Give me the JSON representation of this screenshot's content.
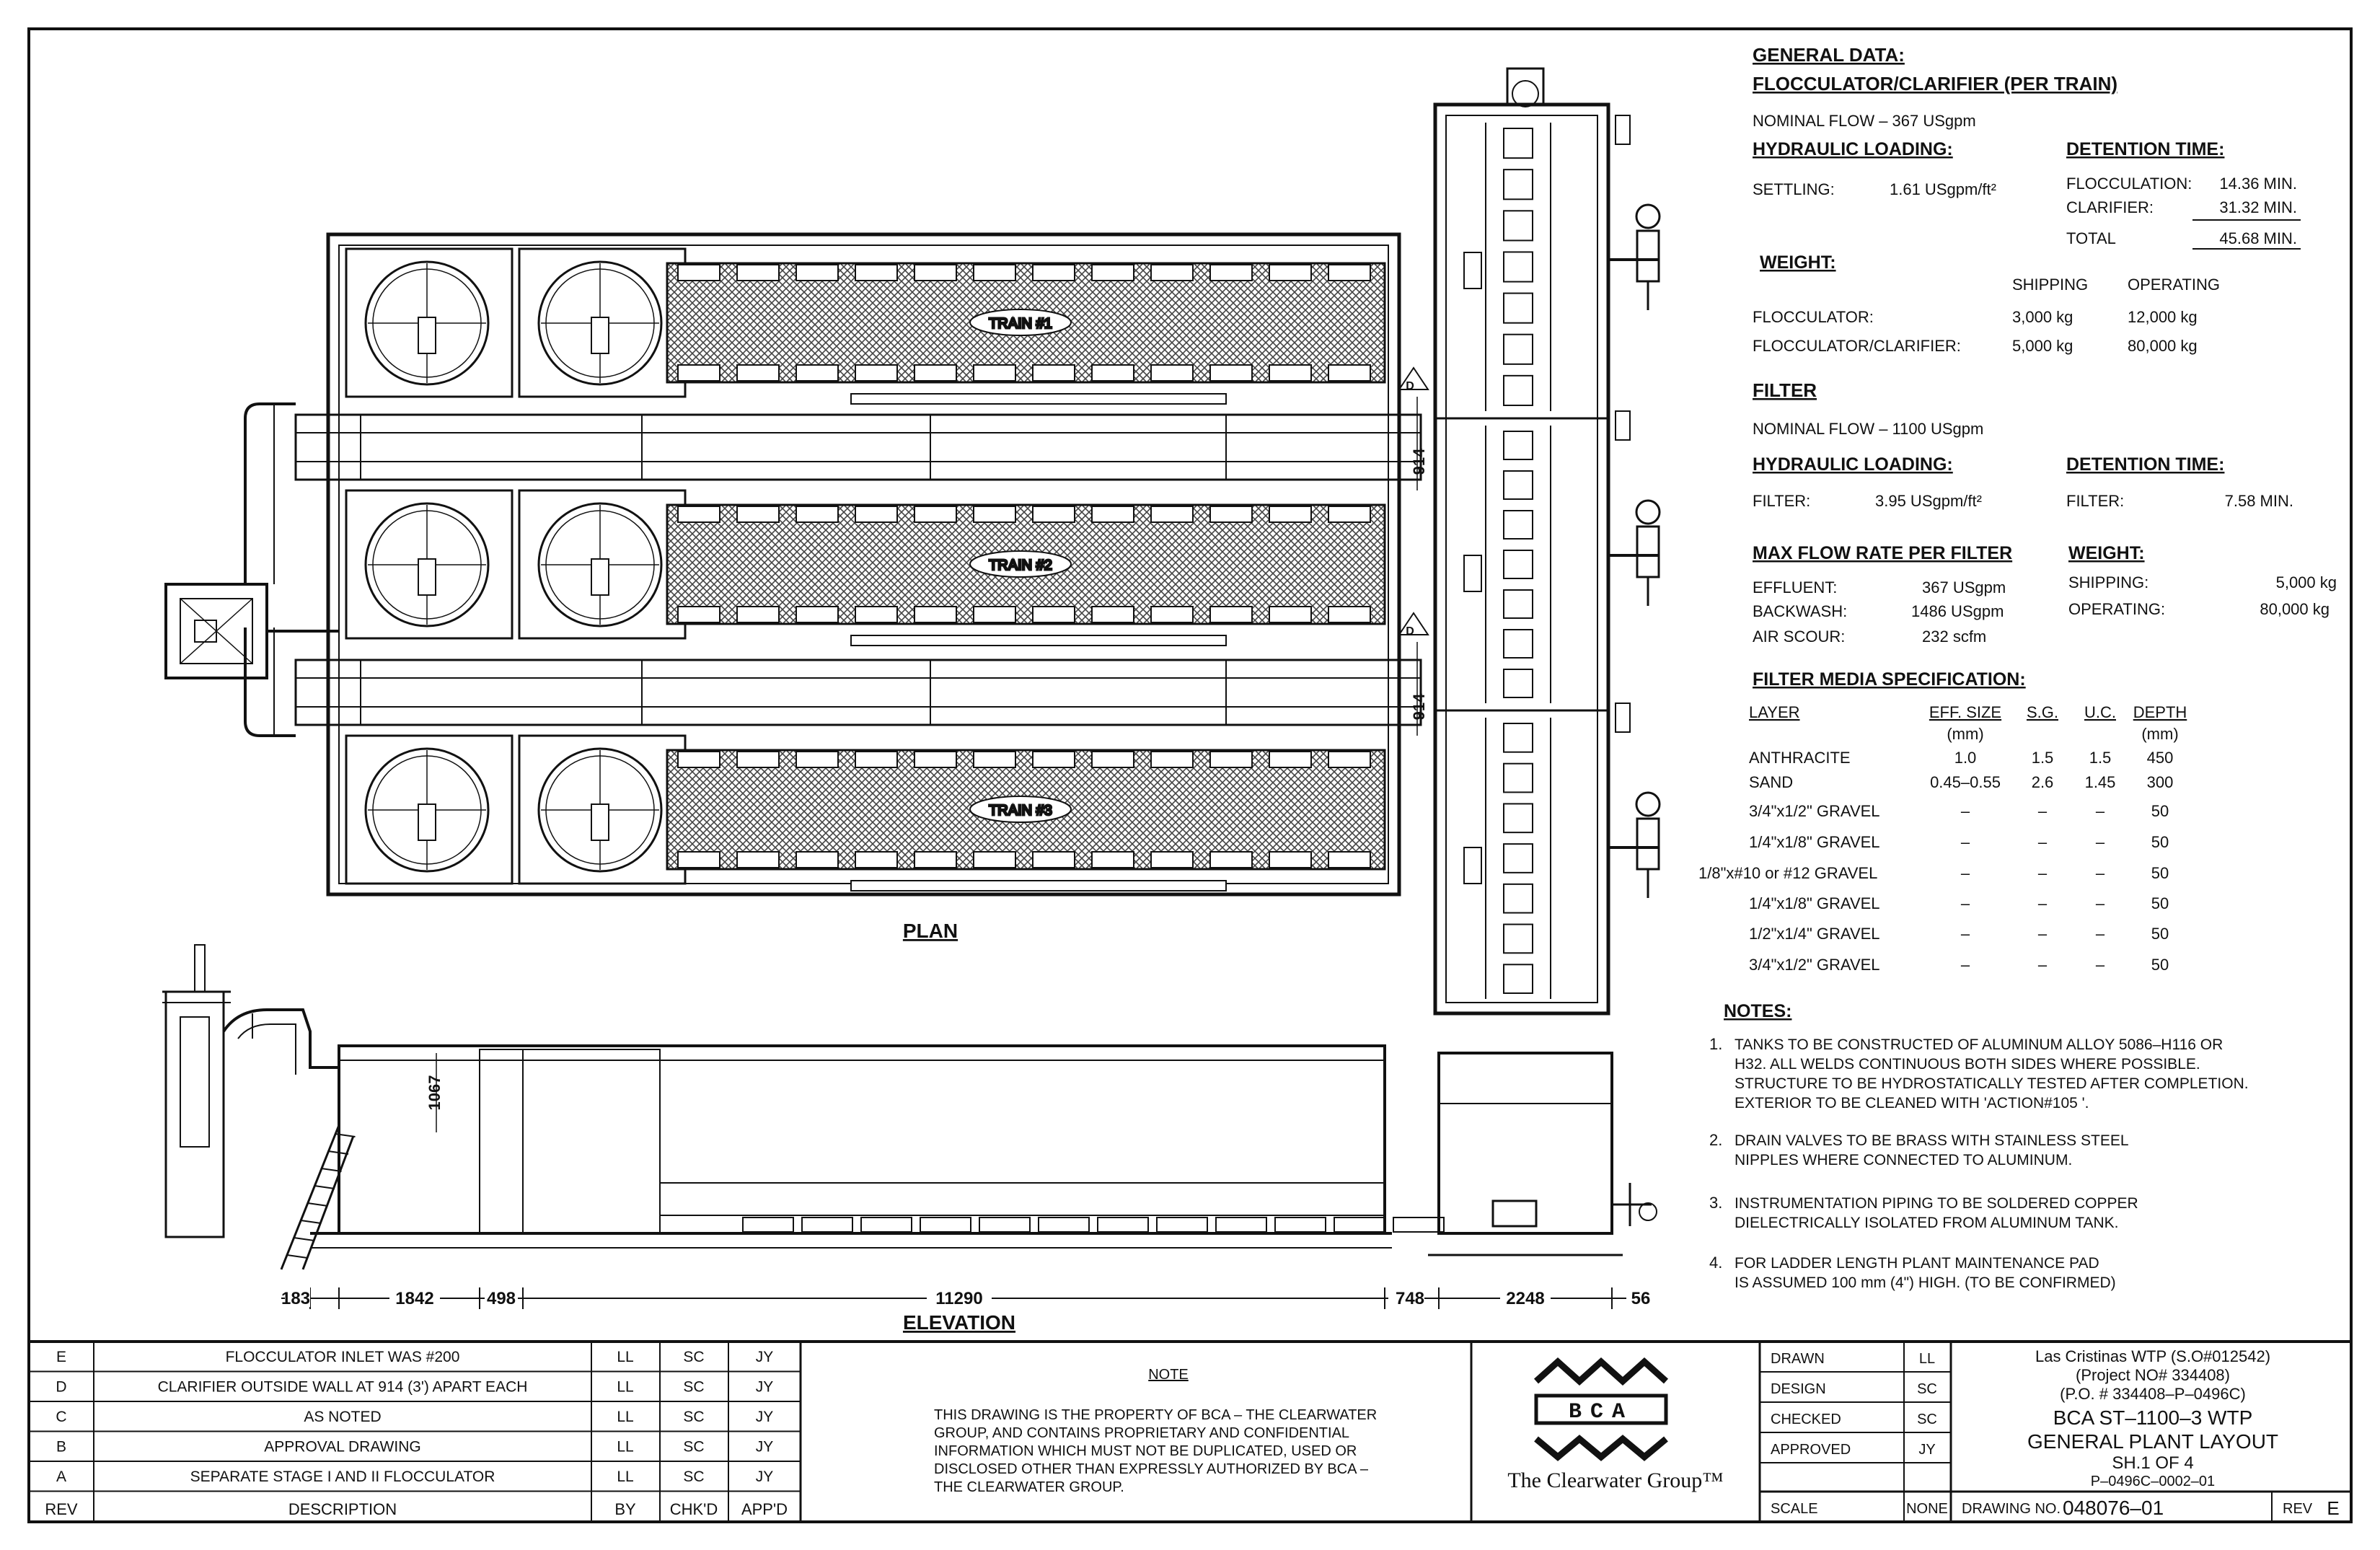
{
  "general": {
    "heading": "GENERAL DATA:",
    "floc_heading": "FLOCCULATOR/CLARIFIER (PER TRAIN)",
    "nominal_flow": "NOMINAL FLOW – 367 USgpm",
    "hydraulic_heading": "HYDRAULIC LOADING:",
    "settling_label": "SETTLING:",
    "settling_value": "1.61 USgpm/ft²",
    "detention_heading": "DETENTION TIME:",
    "flocculation_label": "FLOCCULATION:",
    "flocculation_value": "14.36 MIN.",
    "clarifier_label": "CLARIFIER:",
    "clarifier_value": "31.32 MIN.",
    "total_label": "TOTAL",
    "total_value": "45.68 MIN.",
    "weight_heading": "WEIGHT:",
    "shipping_col": "SHIPPING",
    "operating_col": "OPERATING",
    "w_rows": [
      {
        "label": "FLOCCULATOR:",
        "ship": "3,000 kg",
        "oper": "12,000 kg"
      },
      {
        "label": "FLOCCULATOR/CLARIFIER:",
        "ship": "5,000 kg",
        "oper": "80,000 kg"
      }
    ]
  },
  "filter": {
    "heading": "FILTER",
    "nominal_flow": "NOMINAL FLOW – 1100 USgpm",
    "hydraulic_heading": "HYDRAULIC LOADING:",
    "filter_label": "FILTER:",
    "filter_value": "3.95 USgpm/ft²",
    "detention_heading": "DETENTION TIME:",
    "det_filter_label": "FILTER:",
    "det_filter_value": "7.58 MIN.",
    "max_flow_heading": "MAX FLOW RATE PER FILTER",
    "weight_heading": "WEIGHT:",
    "effluent_label": "EFFLUENT:",
    "effluent_value": "367 USgpm",
    "backwash_label": "BACKWASH:",
    "backwash_value": "1486 USgpm",
    "airscour_label": "AIR SCOUR:",
    "airscour_value": "232 scfm",
    "shipping_label": "SHIPPING:",
    "shipping_value": "5,000 kg",
    "operating_label": "OPERATING:",
    "operating_value": "80,000 kg"
  },
  "media": {
    "heading": "FILTER MEDIA SPECIFICATION:",
    "col_layer": "LAYER",
    "col_eff": "EFF. SIZE",
    "col_eff_unit": "(mm)",
    "col_sg": "S.G.",
    "col_uc": "U.C.",
    "col_depth": "DEPTH",
    "col_depth_unit": "(mm)",
    "rows": [
      {
        "layer": "ANTHRACITE",
        "eff": "1.0",
        "sg": "1.5",
        "uc": "1.5",
        "depth": "450"
      },
      {
        "layer": "SAND",
        "eff": "0.45–0.55",
        "sg": "2.6",
        "uc": "1.45",
        "depth": "300"
      },
      {
        "layer": "3/4\"x1/2\" GRAVEL",
        "eff": "–",
        "sg": "–",
        "uc": "–",
        "depth": "50"
      },
      {
        "layer": "1/4\"x1/8\" GRAVEL",
        "eff": "–",
        "sg": "–",
        "uc": "–",
        "depth": "50"
      },
      {
        "layer": "1/8\"x#10 or #12 GRAVEL",
        "eff": "–",
        "sg": "–",
        "uc": "–",
        "depth": "50"
      },
      {
        "layer": "1/4\"x1/8\" GRAVEL",
        "eff": "–",
        "sg": "–",
        "uc": "–",
        "depth": "50"
      },
      {
        "layer": "1/2\"x1/4\" GRAVEL",
        "eff": "–",
        "sg": "–",
        "uc": "–",
        "depth": "50"
      },
      {
        "layer": "3/4\"x1/2\" GRAVEL",
        "eff": "–",
        "sg": "–",
        "uc": "–",
        "depth": "50"
      }
    ]
  },
  "notes": {
    "heading": "NOTES:",
    "items": [
      {
        "num": "1.",
        "lines": [
          "TANKS TO BE CONSTRUCTED OF ALUMINUM ALLOY 5086–H116 OR",
          "H32.  ALL WELDS CONTINUOUS BOTH SIDES WHERE POSSIBLE.",
          "STRUCTURE TO BE HYDROSTATICALLY TESTED AFTER COMPLETION.",
          "EXTERIOR  TO BE CLEANED WITH 'ACTION#105 '."
        ]
      },
      {
        "num": "2.",
        "lines": [
          "DRAIN VALVES TO BE BRASS WITH STAINLESS STEEL",
          "NIPPLES WHERE CONNECTED TO ALUMINUM."
        ]
      },
      {
        "num": "3.",
        "lines": [
          "INSTRUMENTATION PIPING TO BE SOLDERED COPPER",
          "DIELECTRICALLY ISOLATED FROM ALUMINUM TANK."
        ]
      },
      {
        "num": "4.",
        "lines": [
          "FOR LADDER LENGTH PLANT MAINTENANCE PAD",
          "IS ASSUMED 100 mm (4\")  HIGH. (TO BE CONFIRMED)"
        ]
      }
    ]
  },
  "plan": {
    "label": "PLAN",
    "trains": [
      "TRAIN #1",
      "TRAIN #2",
      "TRAIN #3"
    ],
    "dim_914": "914",
    "marker_d": "D"
  },
  "elevation": {
    "label": "ELEVATION",
    "height_dim": "1067",
    "dims": [
      "183",
      "1842",
      "498",
      "11290",
      "748",
      "2248",
      "56"
    ]
  },
  "revisions": {
    "rows": [
      {
        "rev": "E",
        "desc": "FLOCCULATOR INLET WAS #200",
        "by": "LL",
        "chkd": "SC",
        "appd": "JY"
      },
      {
        "rev": "D",
        "desc": "CLARIFIER OUTSIDE WALL AT 914 (3') APART EACH",
        "by": "LL",
        "chkd": "SC",
        "appd": "JY"
      },
      {
        "rev": "C",
        "desc": "AS NOTED",
        "by": "LL",
        "chkd": "SC",
        "appd": "JY"
      },
      {
        "rev": "B",
        "desc": "APPROVAL DRAWING",
        "by": "LL",
        "chkd": "SC",
        "appd": "JY"
      },
      {
        "rev": "A",
        "desc": "SEPARATE STAGE I AND II FLOCCULATOR",
        "by": "LL",
        "chkd": "SC",
        "appd": "JY"
      }
    ],
    "header": {
      "rev": "REV",
      "desc": "DESCRIPTION",
      "by": "BY",
      "chkd": "CHK'D",
      "appd": "APP'D"
    }
  },
  "note_block": {
    "heading": "NOTE",
    "lines": [
      "THIS DRAWING IS THE PROPERTY OF BCA – THE CLEARWATER",
      "GROUP, AND CONTAINS PROPRIETARY AND CONFIDENTIAL",
      "INFORMATION WHICH MUST NOT BE DUPLICATED, USED OR",
      "DISCLOSED OTHER THAN EXPRESSLY AUTHORIZED BY BCA –",
      "THE CLEARWATER GROUP."
    ]
  },
  "logo": {
    "letters": "BCA",
    "company": "The Clearwater Group™"
  },
  "signoff": {
    "rows": [
      {
        "label": "DRAWN",
        "value": "LL"
      },
      {
        "label": "DESIGN",
        "value": "SC"
      },
      {
        "label": "CHECKED",
        "value": "SC"
      },
      {
        "label": "APPROVED",
        "value": "JY"
      }
    ],
    "scale_label": "SCALE",
    "scale_value": "NONE"
  },
  "titleblock": {
    "project": "Las Cristinas WTP (S.O#012542)",
    "project_no": "(Project NO# 334408)",
    "po": "(P.O. # 334408–P–0496C)",
    "title1": "BCA ST–1100–3 WTP",
    "title2": "GENERAL PLANT LAYOUT",
    "sheet": "SH.1 OF 4",
    "docno": "P–0496C–0002–01",
    "drawing_label": "DRAWING NO.",
    "drawing_no": "048076–01",
    "rev_label": "REV",
    "rev_value": "E"
  }
}
